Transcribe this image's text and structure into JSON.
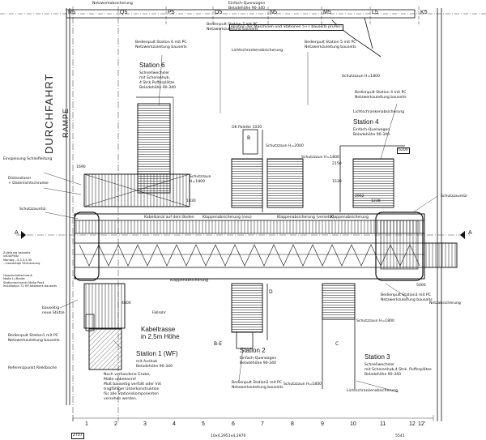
{
  "drawing": {
    "street_label": "DURCHFAHRT",
    "ramp_label": "RAMPE",
    "section_A_left": "A",
    "section_A_right": "A",
    "section_B": "B",
    "section_C": "C",
    "section_D": "D",
    "section_BE": "B-E",
    "top_grid": [
      "R5",
      "Q5",
      "P5",
      "O5",
      "N5",
      "M5",
      "L5",
      "K5"
    ],
    "bottom_grid": [
      "1",
      "2",
      "3",
      "4",
      "5",
      "6",
      "7",
      "8",
      "9",
      "10",
      "11",
      "12",
      "12'"
    ],
    "bottom_codes": [
      "2707",
      "10x4,2951x4,2970",
      "5541"
    ],
    "note_position": "Position der Maschinen und Stationen 5+7 bauseits prüfen!",
    "label_top_cut": "Einfach-Querwagen\nBeladehöhe 90-340",
    "label_netzwerk_top": "Netzwerkabsicherung",
    "stations": [
      {
        "id": "station6",
        "title": "Station 6",
        "desc": "Schnellwechsler\nmit Scherenhub,\n4 Stck.Pufferplätze\nBeladehöhe 90-340"
      },
      {
        "id": "station4",
        "title": "Station 4",
        "desc": "Einfach-Querwagen\nBeladehöhe 90-340"
      },
      {
        "id": "station1",
        "title": "Station 1 (WF)",
        "desc": "mit Aushub\nBeladehöhe 90-340"
      },
      {
        "id": "station2",
        "title": "Station 2",
        "desc": "Einfach-Querwagen\nBeladehöhe 90-340"
      },
      {
        "id": "station3",
        "title": "Station 3",
        "desc": "Schnellwechsler\nmit Scherenhub,4 Stck. Pufferplätze\nBeladehöhe 90-340"
      }
    ],
    "callouts": {
      "pult6": "Bedienpult Station 6 mit PC\nNetzwerkzuleitung bauseits",
      "pult7": "Bedienpult Station 7 mit PC\nNetzwerkzuleitung bauseits",
      "pult5": "Bedienpult Station 5 mit PC\nNetzwerkzuleitung bauseits",
      "pult4": "Bedienpult Station 4 mit PC\nNetzwerkzuleitung bauseits",
      "pult1": "Bedienpult Station1 mit PC\nNetzwerkzuleitung bauseits",
      "pult2": "Bedienpult Station2 mit PC\nNetzwerkzuleitung bauseits",
      "pult3": "Bedienpult Station3 mit PC\nNetzwerkzuleitung bauseits",
      "lichtschranke_top": "Lichtschrankenabsicherung",
      "lichtschranke_right": "Lichtschrankenabsicherung",
      "lichtschranke_bottom": "Lichtschrankenabsicherung",
      "ok_palette": "OK Palette 1030",
      "schutzzaun_h2000": "Schutzzaun H=2000",
      "schutzzaun_h1800_a": "Schutzzaun H=1800",
      "schutzzaun_h1800_b": "Schutzzaun H=1800",
      "schutzzaun_h1800_c": "Schutzzaun H=1800",
      "schutzzaun_h1800_d": "Schutzzaun H=1800",
      "schutzzaun_left": "Schutzzaun\nH=1800",
      "schutzzaun_tuer_left": "Schutzzauntür",
      "schutzzaun_tuer_right": "Schutzzauntür",
      "einspeisung": "Einspeisung Schleifleitung",
      "distanzlaser": "Distanzlaser\n+ Datenlichtschranke",
      "kabelkanal": "Kabelkanal auf dem Boden",
      "klappen_neu": "Klappenabsicherung (neu)",
      "klappen_versetzt": "Klappenabsicherung (versetzt)",
      "klappen_1": "Klappenabsicherung",
      "klappen_2": "Klappenabsicherung",
      "fahrweg_block": "Zuleitung bauseits\nx40A/Platz\nMontag...3,3,3,3,30\n...bauseitige Vermessung",
      "hauptschalter_block": "Hauptschaltschrank\nMaße L=Breite\nStationsschrank/ Maße Pos4\nInstallation 72 HP-Netzwerk bauseits",
      "bauseitig_pfeiler": "bauseitig\nneue Stütze",
      "fallrohr": "Fallrohr",
      "kabeltrasse": "Kabeltrasse\nin 2,5m Höhe",
      "referenzpunkt": "Referenzpunkt Rieklbache",
      "netzabsicherung": "Netzabsicherung",
      "dim_1830": "1830",
      "dim_1690": "1690",
      "dim_2150": "2150",
      "dim_1530": "1530",
      "dim_2962": "2962",
      "dim_1238": "1238",
      "dim_6200": "6200",
      "dim_5000": "5000",
      "dim_4800": "4800",
      "note_grube": "Noch vorhandene Grube,\nMaße unbekannt!\nMuß bauseitig verfüllt oder mit\ntragfähiger Unterkonstruktion\nfür alle Stationskomponenten\nversehen werden."
    }
  }
}
